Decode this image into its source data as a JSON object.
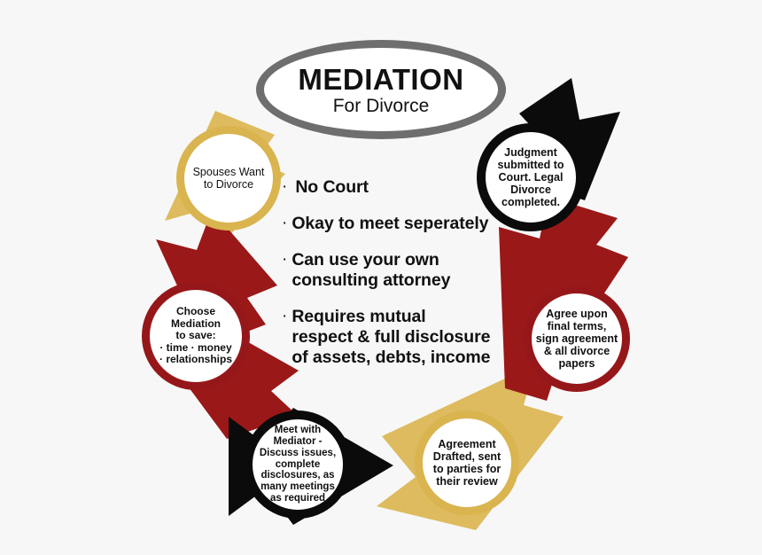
{
  "background_color": "#f7f7f7",
  "title": {
    "main": "MEDIATION",
    "sub": "For Divorce",
    "border_color": "#6e6e6e"
  },
  "palette": {
    "gold": "#d9b44f",
    "gold_arrow": "#ddbb5e",
    "red": "#96171a",
    "red_arrow": "#9b1818",
    "black": "#0b0b0b",
    "gray": "#6e6e6e",
    "text": "#111111"
  },
  "cycle": {
    "direction": "clockwise",
    "steps": [
      {
        "id": "spouses-want-divorce",
        "label": "Spouses Want\nto Divorce",
        "color": "#d9b44f"
      },
      {
        "id": "choose-mediation",
        "label": "Choose\nMediation\nto save:\n· time · money\n· relationships",
        "color": "#96171a"
      },
      {
        "id": "meet-with-mediator",
        "label": "Meet with\nMediator -\nDiscuss issues,\ncomplete\ndisclosures, as\nmany meetings\nas required",
        "color": "#0b0b0b"
      },
      {
        "id": "agreement-drafted",
        "label": "Agreement\nDrafted, sent\nto parties for\ntheir review",
        "color": "#d9b44f"
      },
      {
        "id": "agree-final-terms",
        "label": "Agree upon\nfinal terms,\nsign agreement\n& all divorce\npapers",
        "color": "#96171a"
      },
      {
        "id": "judgment-submitted",
        "label": "Judgment\nsubmitted to\nCourt. Legal\nDivorce\ncompleted.",
        "color": "#0b0b0b"
      }
    ]
  },
  "benefits": {
    "items": [
      {
        "bullet": "·",
        "text": "No Court"
      },
      {
        "bullet": "·",
        "text": "Okay to meet\nseperately"
      },
      {
        "bullet": "·",
        "text": "Can use your own\nconsulting attorney"
      },
      {
        "bullet": "·",
        "text": "Requires mutual\nrespect & full\ndisclosure of assets,\ndebts, income"
      }
    ]
  }
}
